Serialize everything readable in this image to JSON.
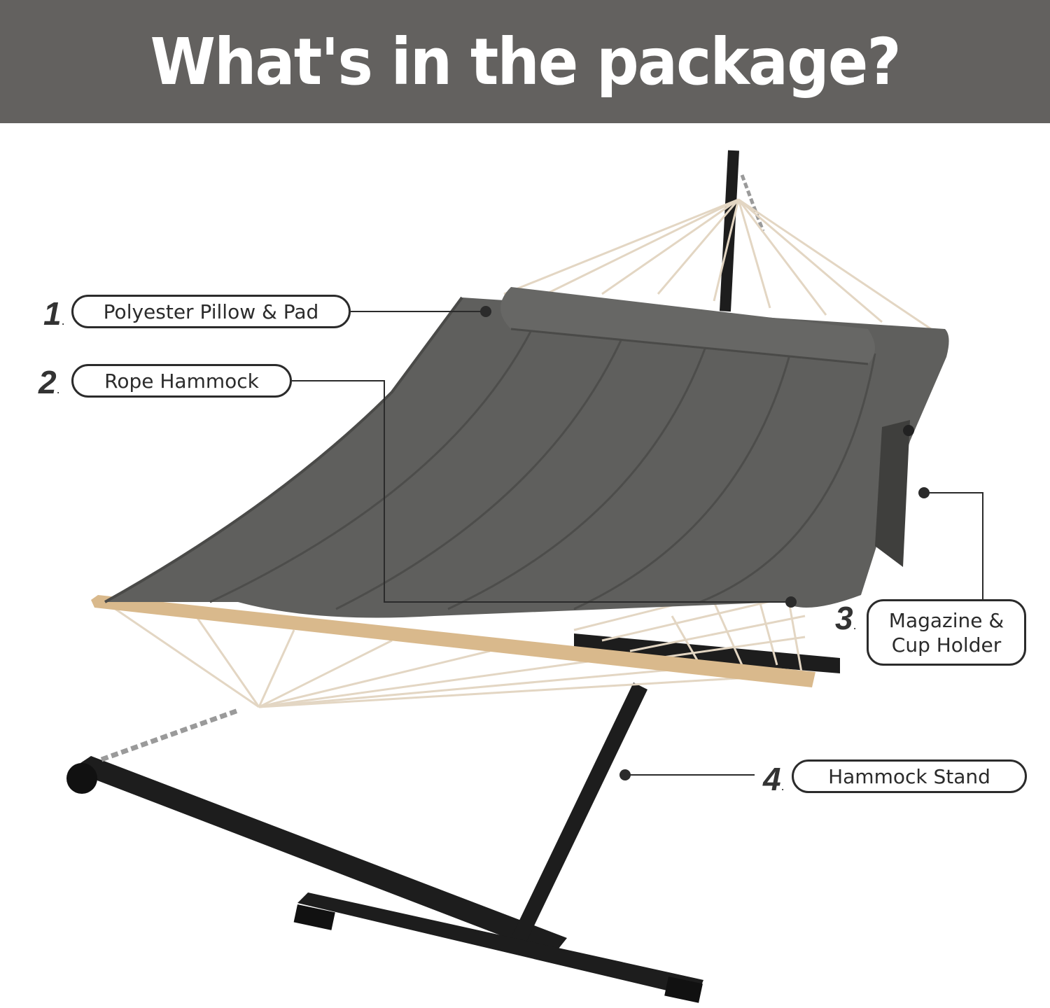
{
  "header": {
    "title": "What's in the package?",
    "background_color": "#63615f",
    "text_color": "#ffffff"
  },
  "callouts": [
    {
      "number": "1",
      "label": "Polyester Pillow & Pad"
    },
    {
      "number": "2",
      "label": "Rope Hammock"
    },
    {
      "number": "3",
      "label_line1": "Magazine &",
      "label_line2": "Cup Holder"
    },
    {
      "number": "4",
      "label": "Hammock Stand"
    }
  ],
  "colors": {
    "pad": "#5f5f5d",
    "pad_dark": "#4a4a48",
    "rope": "#e8dccb",
    "wood": "#d9b98c",
    "stand": "#1d1d1d",
    "callout_line": "#2b2b2b"
  }
}
